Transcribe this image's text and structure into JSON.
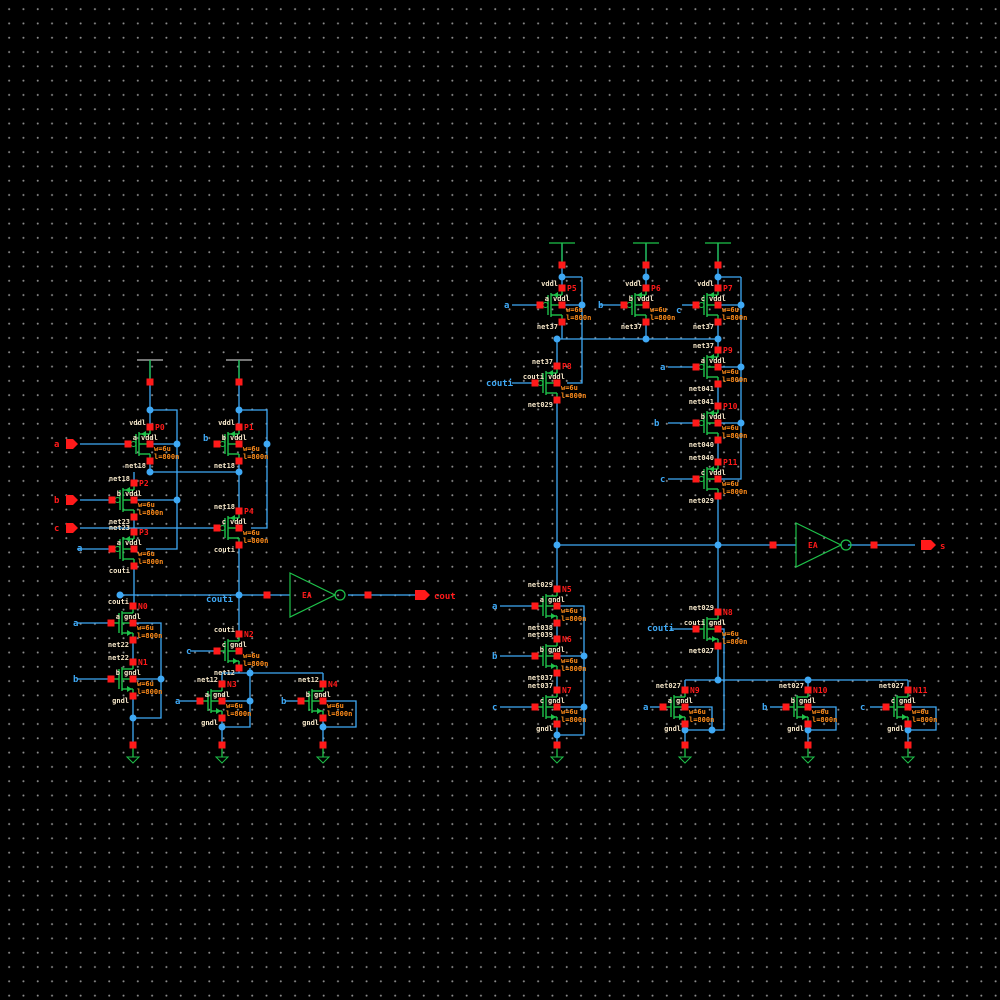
{
  "window": {
    "title": "Schematic Editor - full adder"
  },
  "colors": {
    "wire": "#3fa9f5",
    "device": "#1ec24a",
    "pin": "#ff1a1a",
    "param": "#ff8c1a",
    "net": "#f5e6c8"
  },
  "pins": {
    "a": "a",
    "b": "b",
    "c": "c",
    "cout": "cout",
    "s": "s"
  },
  "wire_labels": {
    "a": "a",
    "b": "b",
    "c": "c",
    "couti": "couti"
  },
  "inverters": [
    {
      "id": "EA"
    },
    {
      "id": "EA"
    }
  ],
  "transistors": [
    {
      "id": "P0",
      "gate": "a",
      "top": "vddl",
      "bot": "net18",
      "bulk": "vddl",
      "w": "w=6u",
      "l": "l=800n"
    },
    {
      "id": "P1",
      "gate": "b",
      "top": "vddl",
      "bot": "net18",
      "bulk": "vddl",
      "w": "w=6u",
      "l": "l=800n"
    },
    {
      "id": "P2",
      "gate": "b",
      "top": "net18",
      "bot": "net23",
      "bulk": "vddl",
      "w": "w=6u",
      "l": "l=800n"
    },
    {
      "id": "P4",
      "gate": "c",
      "top": "net18",
      "bot": "couti",
      "bulk": "vddl",
      "w": "w=6u",
      "l": "l=800n"
    },
    {
      "id": "P3",
      "gate": "a",
      "top": "net23",
      "bot": "couti",
      "bulk": "vddl",
      "w": "w=6u",
      "l": "l=800n"
    },
    {
      "id": "N0",
      "gate": "a",
      "top": "couti",
      "bot": "net22",
      "bulk": "gndl",
      "w": "w=6u",
      "l": "l=800n"
    },
    {
      "id": "N1",
      "gate": "b",
      "top": "net22",
      "bot": "gndl",
      "bulk": "gndl",
      "w": "w=6u",
      "l": "l=800n"
    },
    {
      "id": "N2",
      "gate": "c",
      "top": "couti",
      "bot": "net12",
      "bulk": "gndl",
      "w": "w=6u",
      "l": "l=800n"
    },
    {
      "id": "N3",
      "gate": "a",
      "top": "net12",
      "bot": "gndl",
      "bulk": "gndl",
      "w": "w=6u",
      "l": "l=800n"
    },
    {
      "id": "N4",
      "gate": "b",
      "top": "net12",
      "bot": "gndl",
      "bulk": "gndl",
      "w": "w=6u",
      "l": "l=800n"
    },
    {
      "id": "P5",
      "gate": "a",
      "top": "vddl",
      "bot": "net37",
      "bulk": "vddl",
      "w": "w=6u",
      "l": "l=800n"
    },
    {
      "id": "P6",
      "gate": "b",
      "top": "vddl",
      "bot": "net37",
      "bulk": "vddl",
      "w": "w=6u",
      "l": "l=800n"
    },
    {
      "id": "P7",
      "gate": "c",
      "top": "vddl",
      "bot": "net37",
      "bulk": "vddl",
      "w": "w=6u",
      "l": "l=800n"
    },
    {
      "id": "P8",
      "gate": "couti",
      "top": "net37",
      "bot": "net029",
      "bulk": "vddl",
      "w": "w=6u",
      "l": "l=800n"
    },
    {
      "id": "P9",
      "gate": "a",
      "top": "net37",
      "bot": "net041",
      "bulk": "vddl",
      "w": "w=6u",
      "l": "l=800n"
    },
    {
      "id": "P10",
      "gate": "b",
      "top": "net041",
      "bot": "net040",
      "bulk": "vddl",
      "w": "w=6u",
      "l": "l=800n"
    },
    {
      "id": "P11",
      "gate": "c",
      "top": "net040",
      "bot": "net029",
      "bulk": "vddl",
      "w": "w=6u",
      "l": "l=800n"
    },
    {
      "id": "N5",
      "gate": "a",
      "top": "net029",
      "bot": "net038",
      "bulk": "gndl",
      "w": "w=6u",
      "l": "l=800n"
    },
    {
      "id": "N6",
      "gate": "b",
      "top": "net039",
      "bot": "net037",
      "bulk": "gndl",
      "w": "w=6u",
      "l": "l=800n"
    },
    {
      "id": "N7",
      "gate": "c",
      "top": "net037",
      "bot": "gndl",
      "bulk": "gndl",
      "w": "w=6u",
      "l": "l=800n"
    },
    {
      "id": "N8",
      "gate": "couti",
      "top": "net029",
      "bot": "net027",
      "bulk": "gndl",
      "w": "w=6u",
      "l": "l=800n"
    },
    {
      "id": "N9",
      "gate": "a",
      "top": "net027",
      "bot": "gndl",
      "bulk": "gndl",
      "w": "w=6u",
      "l": "l=800n"
    },
    {
      "id": "N10",
      "gate": "b",
      "top": "net027",
      "bot": "gndl",
      "bulk": "gndl",
      "w": "w=6u",
      "l": "l=800n"
    },
    {
      "id": "N11",
      "gate": "c",
      "top": "net027",
      "bot": "gndl",
      "bulk": "gndl",
      "w": "w=6u",
      "l": "l=800n"
    }
  ]
}
